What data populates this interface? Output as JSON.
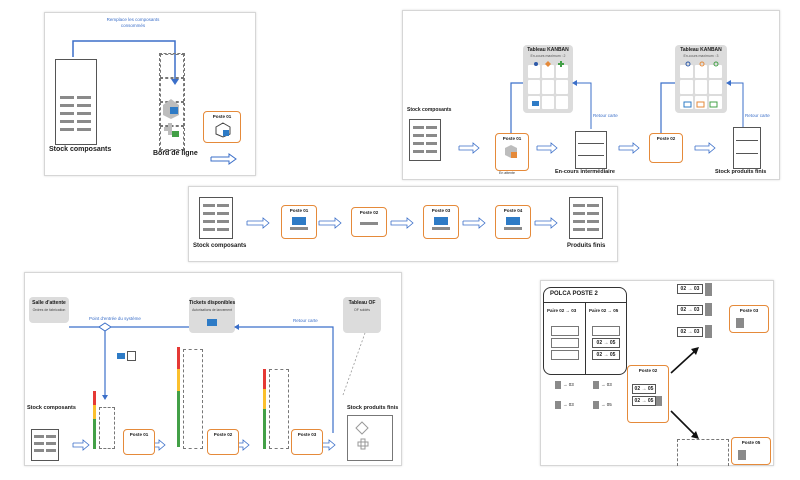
{
  "panel1": {
    "replace_note": "Remplace les composants consommés",
    "stock_label": "Stock composants",
    "line_label": "Bord de ligne",
    "poste_label": "Poste 01"
  },
  "panel2": {
    "stock_label": "Stock composants",
    "kanban1_title": "Tableau KANBAN",
    "kanban1_sub": "En-cours maximum : 2",
    "kanban2_title": "Tableau KANBAN",
    "kanban2_sub": "En-cours maximum : 3",
    "poste1": "Poste 01",
    "poste2": "Poste 02",
    "retour1": "Retour carte",
    "retour2": "Retour carte",
    "en_attente": "En attente",
    "intermediate_label": "En-cours intermédiaire",
    "finished_label": "Stock produits finis"
  },
  "panel3": {
    "stock_label": "Stock composants",
    "postes": [
      "Poste 01",
      "Poste 02",
      "Poste 03",
      "Poste 04"
    ],
    "finished_label": "Produits finis"
  },
  "panel4": {
    "waiting_title": "Salle d'attente",
    "waiting_sub": "Ordres de fabrication",
    "tickets_title": "Tickets disponibles",
    "tickets_sub": "Autorisations de lancement",
    "of_title": "Tableau OF",
    "of_sub": "OF soldés",
    "entry_point": "Point d'entrée du système",
    "retour": "Retour carte",
    "stock_label": "Stock composants",
    "finished_label": "Stock produits finis",
    "postes": [
      "Poste 01",
      "Poste 02",
      "Poste 03"
    ]
  },
  "panel5": {
    "polca_title": "POLCA POSTE 2",
    "pair1": "Paire 02 → 03",
    "pair2": "Paire 02 → 05",
    "card_05": "02 → 05",
    "card_03": "02 → 03",
    "poste2": "Poste 02",
    "poste3": "Poste 03",
    "poste5": "Poste 05",
    "to03": "→ 03",
    "to05": "→ 05"
  }
}
